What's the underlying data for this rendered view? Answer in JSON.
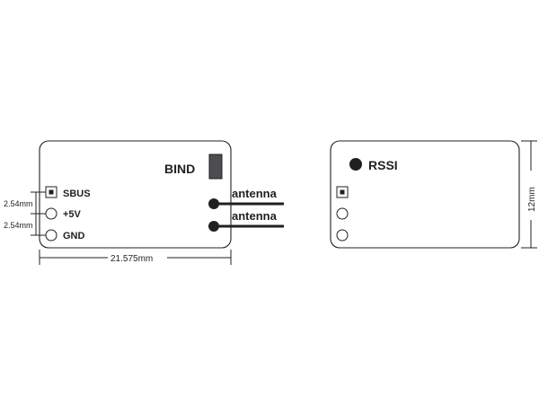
{
  "left_module": {
    "bind_label": "BIND",
    "pins": [
      "SBUS",
      "+5V",
      "GND"
    ],
    "antenna_labels": [
      "antenna",
      "antenna"
    ],
    "pitch_labels": [
      "2.54mm",
      "2.54mm"
    ],
    "width_label": "21.575mm"
  },
  "right_module": {
    "rssi_label": "RSSI",
    "height_label": "12mm"
  },
  "colors": {
    "ink": "#231f20",
    "bind_button": "#4d4d4f"
  }
}
